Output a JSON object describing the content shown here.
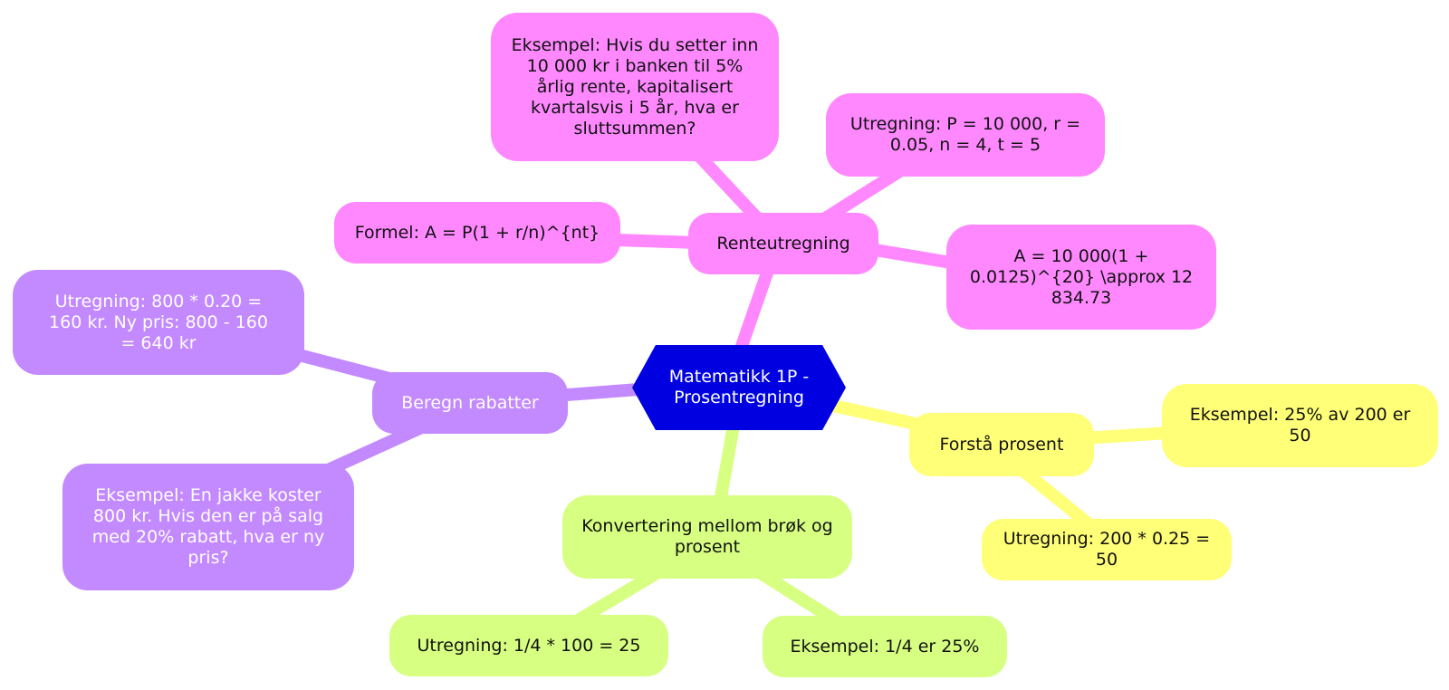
{
  "mindmap": {
    "root": {
      "label": "Matematikk 1P - Prosentregning",
      "color": "#0000e0"
    },
    "branches": [
      {
        "label": "Renteutregning",
        "color": "#ff88ff",
        "children": [
          "Eksempel: Hvis du setter inn 10 000 kr i banken til 5% årlig rente, kapitalisert kvartalsvis i 5 år, hva er sluttsummen?",
          "Utregning: P = 10 000, r = 0.05, n = 4, t = 5",
          "Formel: A = P(1 + r/n)^{nt}",
          "A = 10 000(1 + 0.0125)^{20} \\approx 12 834.73"
        ]
      },
      {
        "label": "Beregn rabatter",
        "color": "#c389ff",
        "children": [
          "Utregning: 800 * 0.20 = 160 kr. Ny pris: 800 - 160 = 640 kr",
          "Eksempel: En jakke koster 800 kr. Hvis den er på salg med 20% rabatt, hva er ny pris?"
        ]
      },
      {
        "label": "Forstå prosent",
        "color": "#ffff78",
        "children": [
          "Eksempel: 25% av 200 er 50",
          "Utregning: 200 * 0.25 = 50"
        ]
      },
      {
        "label": "Konvertering mellom brøk og prosent",
        "color": "#d7ff82",
        "children": [
          "Utregning: 1/4 * 100 = 25",
          "Eksempel: 1/4 er 25%"
        ]
      }
    ]
  }
}
